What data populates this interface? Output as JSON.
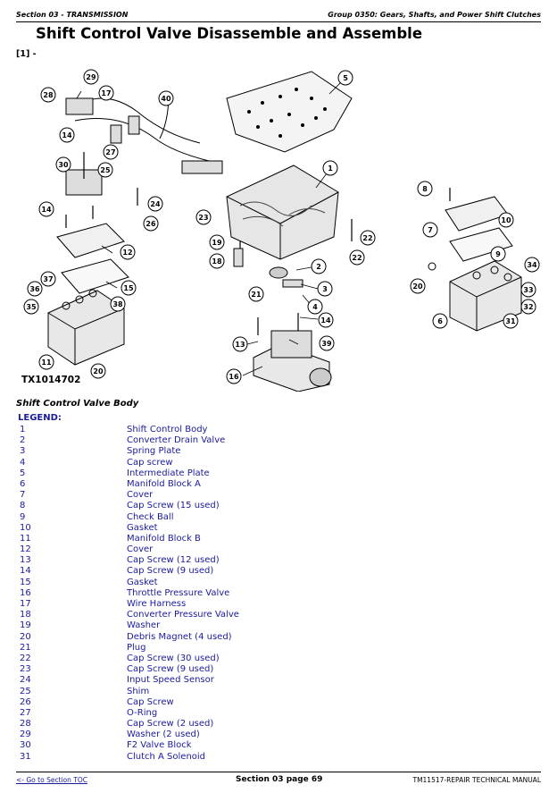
{
  "header": {
    "left": "Section 03 - TRANSMISSION",
    "right": "Group 0350: Gears, Shafts, and Power Shift Clutches"
  },
  "title": "Shift Control Valve Disassemble and Assemble",
  "ref": "[1] -",
  "figure": {
    "code": "TX1014702",
    "callouts": [
      "1",
      "2",
      "3",
      "4",
      "5",
      "6",
      "7",
      "8",
      "9",
      "10",
      "11",
      "12",
      "13",
      "14",
      "15",
      "16",
      "17",
      "18",
      "19",
      "20",
      "21",
      "22",
      "23",
      "24",
      "25",
      "26",
      "27",
      "28",
      "29",
      "30",
      "31",
      "32",
      "33",
      "34",
      "35",
      "36",
      "37",
      "38",
      "39",
      "40"
    ]
  },
  "caption": "Shift Control Valve Body",
  "legend_heading": "LEGEND:",
  "legend": [
    {
      "n": "1",
      "t": "Shift Control Body"
    },
    {
      "n": "2",
      "t": "Converter Drain Valve"
    },
    {
      "n": "3",
      "t": "Spring Plate"
    },
    {
      "n": "4",
      "t": "Cap screw"
    },
    {
      "n": "5",
      "t": "Intermediate Plate"
    },
    {
      "n": "6",
      "t": "Manifold Block A"
    },
    {
      "n": "7",
      "t": "Cover"
    },
    {
      "n": "8",
      "t": "Cap Screw (15 used)"
    },
    {
      "n": "9",
      "t": "Check Ball"
    },
    {
      "n": "10",
      "t": "Gasket"
    },
    {
      "n": "11",
      "t": "Manifold Block B"
    },
    {
      "n": "12",
      "t": "Cover"
    },
    {
      "n": "13",
      "t": "Cap Screw (12 used)"
    },
    {
      "n": "14",
      "t": "Cap Screw (9 used)"
    },
    {
      "n": "15",
      "t": "Gasket"
    },
    {
      "n": "16",
      "t": "Throttle Pressure Valve"
    },
    {
      "n": "17",
      "t": "Wire Harness"
    },
    {
      "n": "18",
      "t": "Converter Pressure Valve"
    },
    {
      "n": "19",
      "t": "Washer"
    },
    {
      "n": "20",
      "t": "Debris Magnet (4 used)"
    },
    {
      "n": "21",
      "t": "Plug"
    },
    {
      "n": "22",
      "t": "Cap Screw (30 used)"
    },
    {
      "n": "23",
      "t": "Cap Screw (9 used)"
    },
    {
      "n": "24",
      "t": "Input Speed Sensor"
    },
    {
      "n": "25",
      "t": "Shim"
    },
    {
      "n": "26",
      "t": "Cap Screw"
    },
    {
      "n": "27",
      "t": "O-Ring"
    },
    {
      "n": "28",
      "t": "Cap Screw (2 used)"
    },
    {
      "n": "29",
      "t": "Washer (2 used)"
    },
    {
      "n": "30",
      "t": "F2 Valve Block"
    },
    {
      "n": "31",
      "t": "Clutch A Solenoid"
    }
  ],
  "footer": {
    "left": "<- Go to Section TOC",
    "center": "Section 03 page 69",
    "right": "TM11517-REPAIR TECHNICAL MANUAL"
  }
}
